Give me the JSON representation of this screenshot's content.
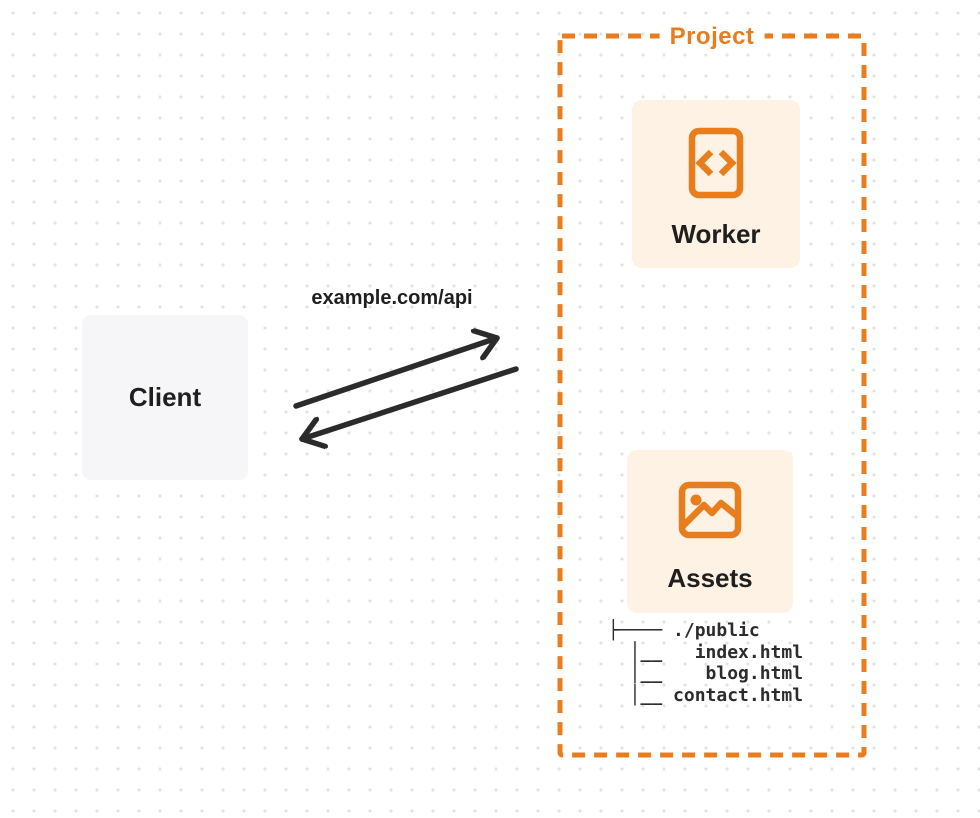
{
  "colors": {
    "orange": "#E87D1E",
    "cream": "#FDF2E4",
    "client-bg": "#F6F6F8",
    "ink": "#1F1F1F",
    "arrow-ink": "#2B2B2B",
    "dot": "#E3E3E3"
  },
  "diagram": {
    "client": {
      "label": "Client"
    },
    "request_label": "example.com/api",
    "project": {
      "title": "Project",
      "worker": {
        "label": "Worker",
        "icon": "code-file-icon"
      },
      "assets": {
        "label": "Assets",
        "icon": "image-icon"
      },
      "file_tree": {
        "lines": [
          "├──── ./public",
          "  │__   index.html",
          "  │__    blog.html",
          "  │__ contact.html"
        ]
      }
    }
  }
}
